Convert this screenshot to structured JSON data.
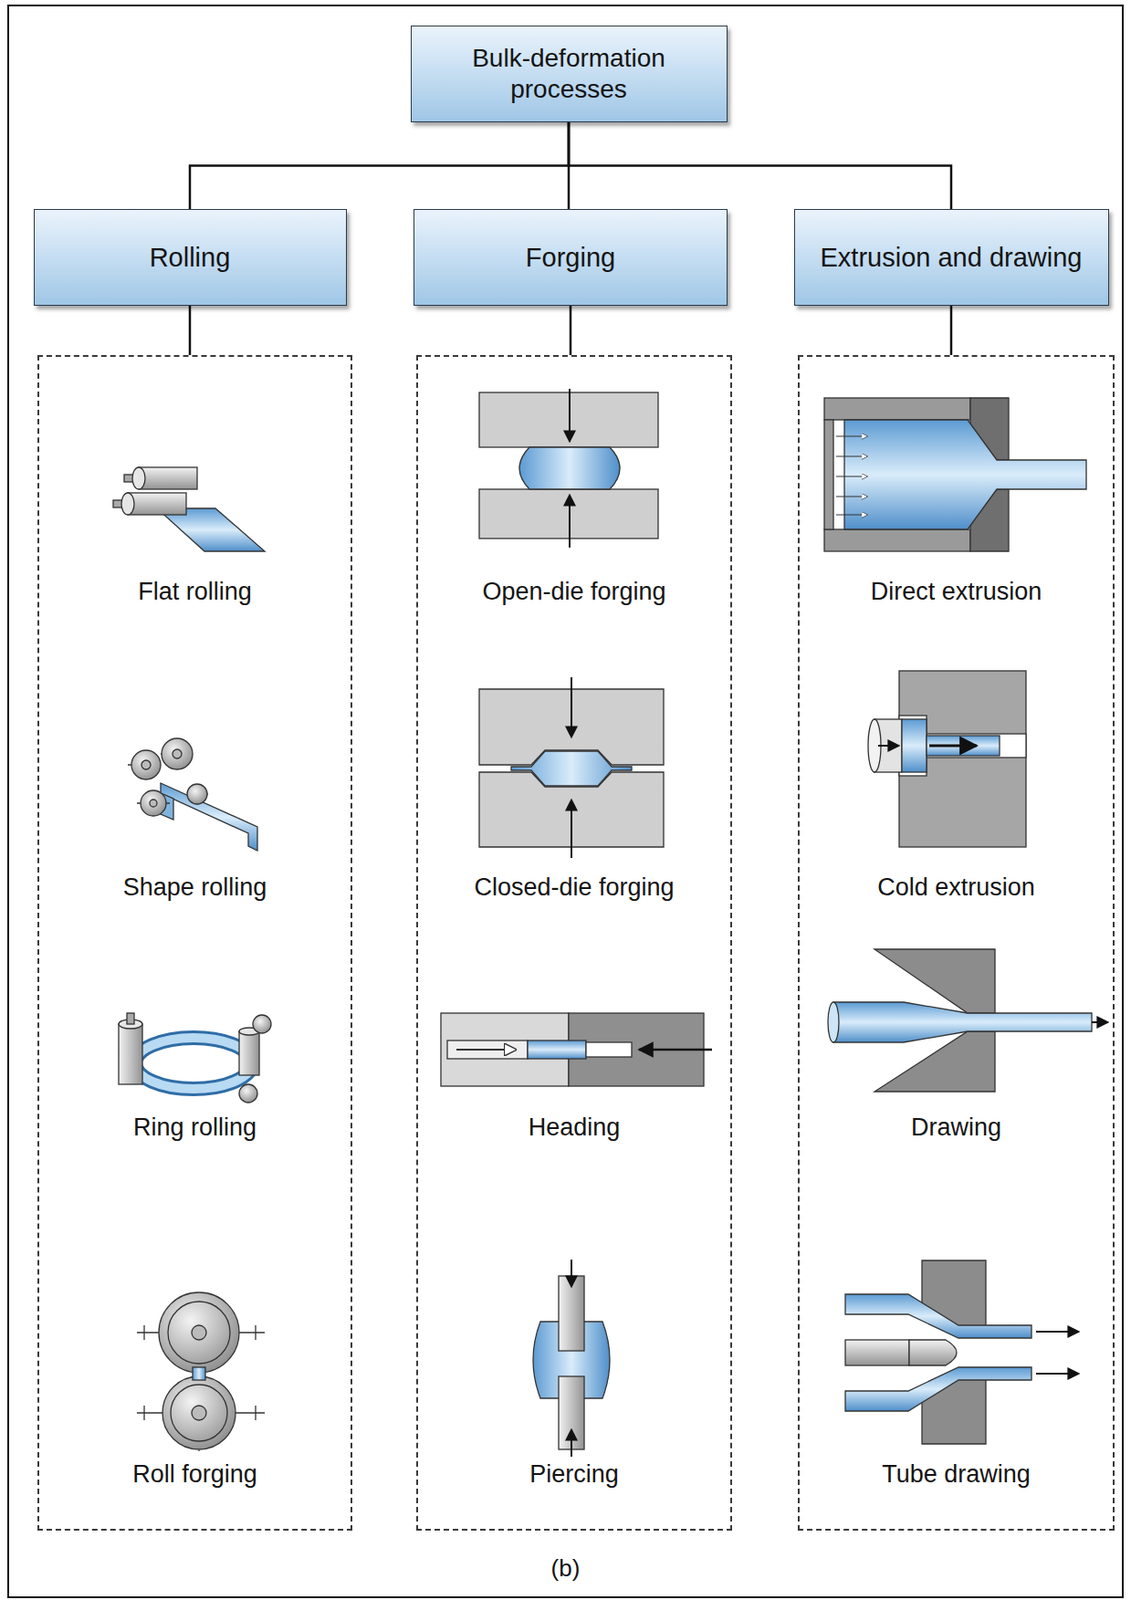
{
  "diagram": {
    "caption": "(b)",
    "nodes": [
      {
        "text": [
          "Bulk-deformation processes"
        ]
      },
      {
        "text": [
          "Rolling"
        ]
      },
      {
        "text": [
          "Forging"
        ]
      },
      {
        "text": [
          "Extrusion and drawing"
        ]
      },
      {
        "text": [
          "Flat rolling",
          "Shape rolling",
          "Ring rolling",
          "Roll forging"
        ]
      },
      {
        "text": [
          "Open-die forging",
          "Closed-die forging",
          "Heading",
          "Piercing"
        ]
      },
      {
        "text": [
          "Direct extrusion",
          "Cold extrusion",
          "Drawing",
          "Tube drawing"
        ]
      }
    ],
    "edges": [
      {
        "from": 0,
        "to": 1,
        "arrow": "none"
      },
      {
        "from": 0,
        "to": 2,
        "arrow": "none"
      },
      {
        "from": 0,
        "to": 3,
        "arrow": "none"
      },
      {
        "from": 1,
        "to": 4,
        "arrow": "none"
      },
      {
        "from": 2,
        "to": 5,
        "arrow": "none"
      },
      {
        "from": 3,
        "to": 6,
        "arrow": "none"
      }
    ]
  }
}
